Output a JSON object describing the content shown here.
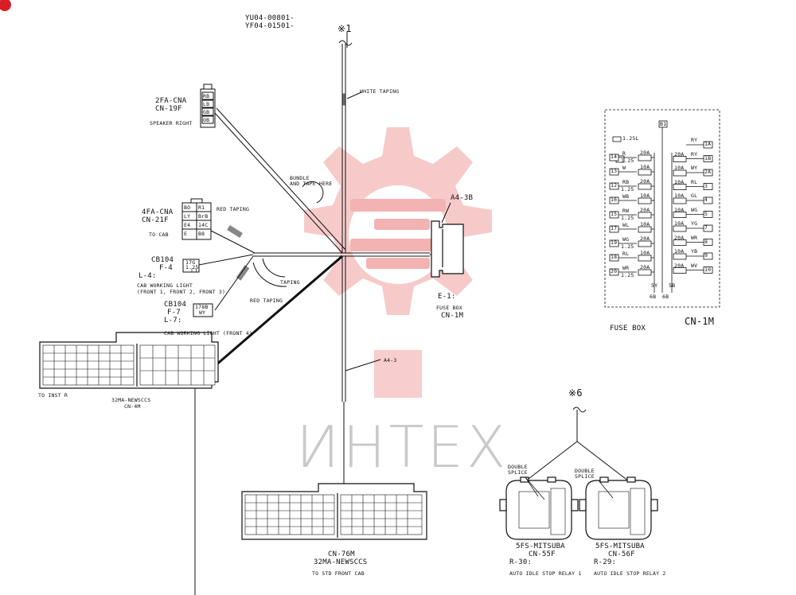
{
  "header": {
    "code1": "YU04-00801-",
    "code2": "YF04-01501-"
  },
  "marks": {
    "ref1": "※1",
    "ref6": "※6"
  },
  "taping": {
    "white": "WHITE TAPING",
    "bundle1": "BUNDLE",
    "bundle2": "AND TAPE HERE",
    "red1": "RED TAPING",
    "red2": "RED TAPING",
    "taping": "TAPING"
  },
  "connectors": {
    "cn19f": {
      "name": "2FA-CNA",
      "id": "CN-19F",
      "desc": "SPEAKER RIGHT",
      "pins": [
        "RB",
        "LB",
        "GB",
        "OB"
      ]
    },
    "cn21f": {
      "name": "4FA-CNA",
      "id": "CN-21F",
      "desc": "TO CAB",
      "pins": [
        "BO",
        "R1",
        "LY",
        "BrB",
        "E4",
        "14C",
        "E",
        "B8"
      ]
    },
    "f4": {
      "name": "CB104",
      "id": "F-4",
      "ref": "L-4:",
      "pin1": "17G",
      "pin2": "1.25",
      "pin3": "L1"
    },
    "f7": {
      "name": "CB104",
      "id": "F-7",
      "ref": "L-7:",
      "pin1": "178B",
      "pin2": "WY"
    },
    "cn4m": {
      "name": "32MA-NEWSCCS",
      "id": "CN-4M",
      "dest": "TO INST R"
    },
    "cn76m": {
      "name": "CN-76M",
      "id": "32MA-NEWSCCS",
      "dest": "TO STD FRONT CAB"
    },
    "cn55f": {
      "name": "5FS-MITSUBA",
      "id": "CN-55F",
      "ref": "R-30:",
      "desc": "AUTO IDLE STOP RELAY 1"
    },
    "cn56f": {
      "name": "5FS-MITSUBA",
      "id": "CN-56F",
      "ref": "R-29:",
      "desc": "AUTO IDLE STOP RELAY 2"
    }
  },
  "cab_light": {
    "l4a": "CAB WORKING LIGHT",
    "l4b": "(FRONT 1, FRONT 2, FRONT 3)",
    "l7": "CAB WORKING LIGHT (FRONT 4)"
  },
  "wires": {
    "a43b": "A4-3B",
    "a43": "A4-3"
  },
  "fusebox": {
    "e1": "E-1:",
    "label1": "FUSE BOX",
    "label2": "CN-1M",
    "caption": "FUSE BOX",
    "id": "CN-1M",
    "top_pin": "B1",
    "top_wire": "1.25L",
    "left_wires": [
      {
        "pin": "14",
        "wire": "R",
        "gauge": "1.25",
        "amp": "20A"
      },
      {
        "pin": "13",
        "wire": "W",
        "gauge": "",
        "amp": "10A"
      },
      {
        "pin": "12",
        "wire": "RB",
        "gauge": "1.25",
        "amp": "20A"
      },
      {
        "pin": "16",
        "wire": "WB",
        "gauge": "",
        "amp": "10A"
      },
      {
        "pin": "15",
        "wire": "RW",
        "gauge": "1.25",
        "amp": "20A"
      },
      {
        "pin": "17",
        "wire": "WL",
        "gauge": "",
        "amp": "10A"
      },
      {
        "pin": "19",
        "wire": "WG",
        "gauge": "1.25",
        "amp": "20A"
      },
      {
        "pin": "18",
        "wire": "RL",
        "gauge": "",
        "amp": "10A"
      },
      {
        "pin": "20",
        "wire": "WR",
        "gauge": "1.25",
        "amp": "20A"
      }
    ],
    "right_wires": [
      {
        "pin": "1A",
        "wire": "RY",
        "amp": ""
      },
      {
        "pin": "1B",
        "wire": "RY",
        "amp": "20A"
      },
      {
        "pin": "2A",
        "wire": "WY",
        "amp": "10A"
      },
      {
        "pin": "3",
        "wire": "RL",
        "amp": "10A"
      },
      {
        "pin": "4",
        "wire": "GL",
        "amp": "10A"
      },
      {
        "pin": "5",
        "wire": "WG",
        "amp": "10A"
      },
      {
        "pin": "7",
        "wire": "YG",
        "amp": "10A"
      },
      {
        "pin": "8",
        "wire": "WR",
        "amp": "20A"
      },
      {
        "pin": "9",
        "wire": "YB",
        "amp": "10A"
      },
      {
        "pin": "10",
        "wire": "WV",
        "amp": "20A"
      }
    ],
    "bottom": [
      "5Y",
      "5B"
    ],
    "bottom_pins": [
      "6B",
      "6B"
    ]
  },
  "splice": {
    "double1": "DOUBLE",
    "splice1": "SPLICE",
    "double2": "DOUBLE",
    "splice2": "SPLICE"
  },
  "watermark": "ИНТЕХ",
  "colors": {
    "ink": "#111111",
    "watermark_red": "#f4b4b4",
    "watermark_gray": "#c9c9c9",
    "corner": "#d81f26"
  }
}
